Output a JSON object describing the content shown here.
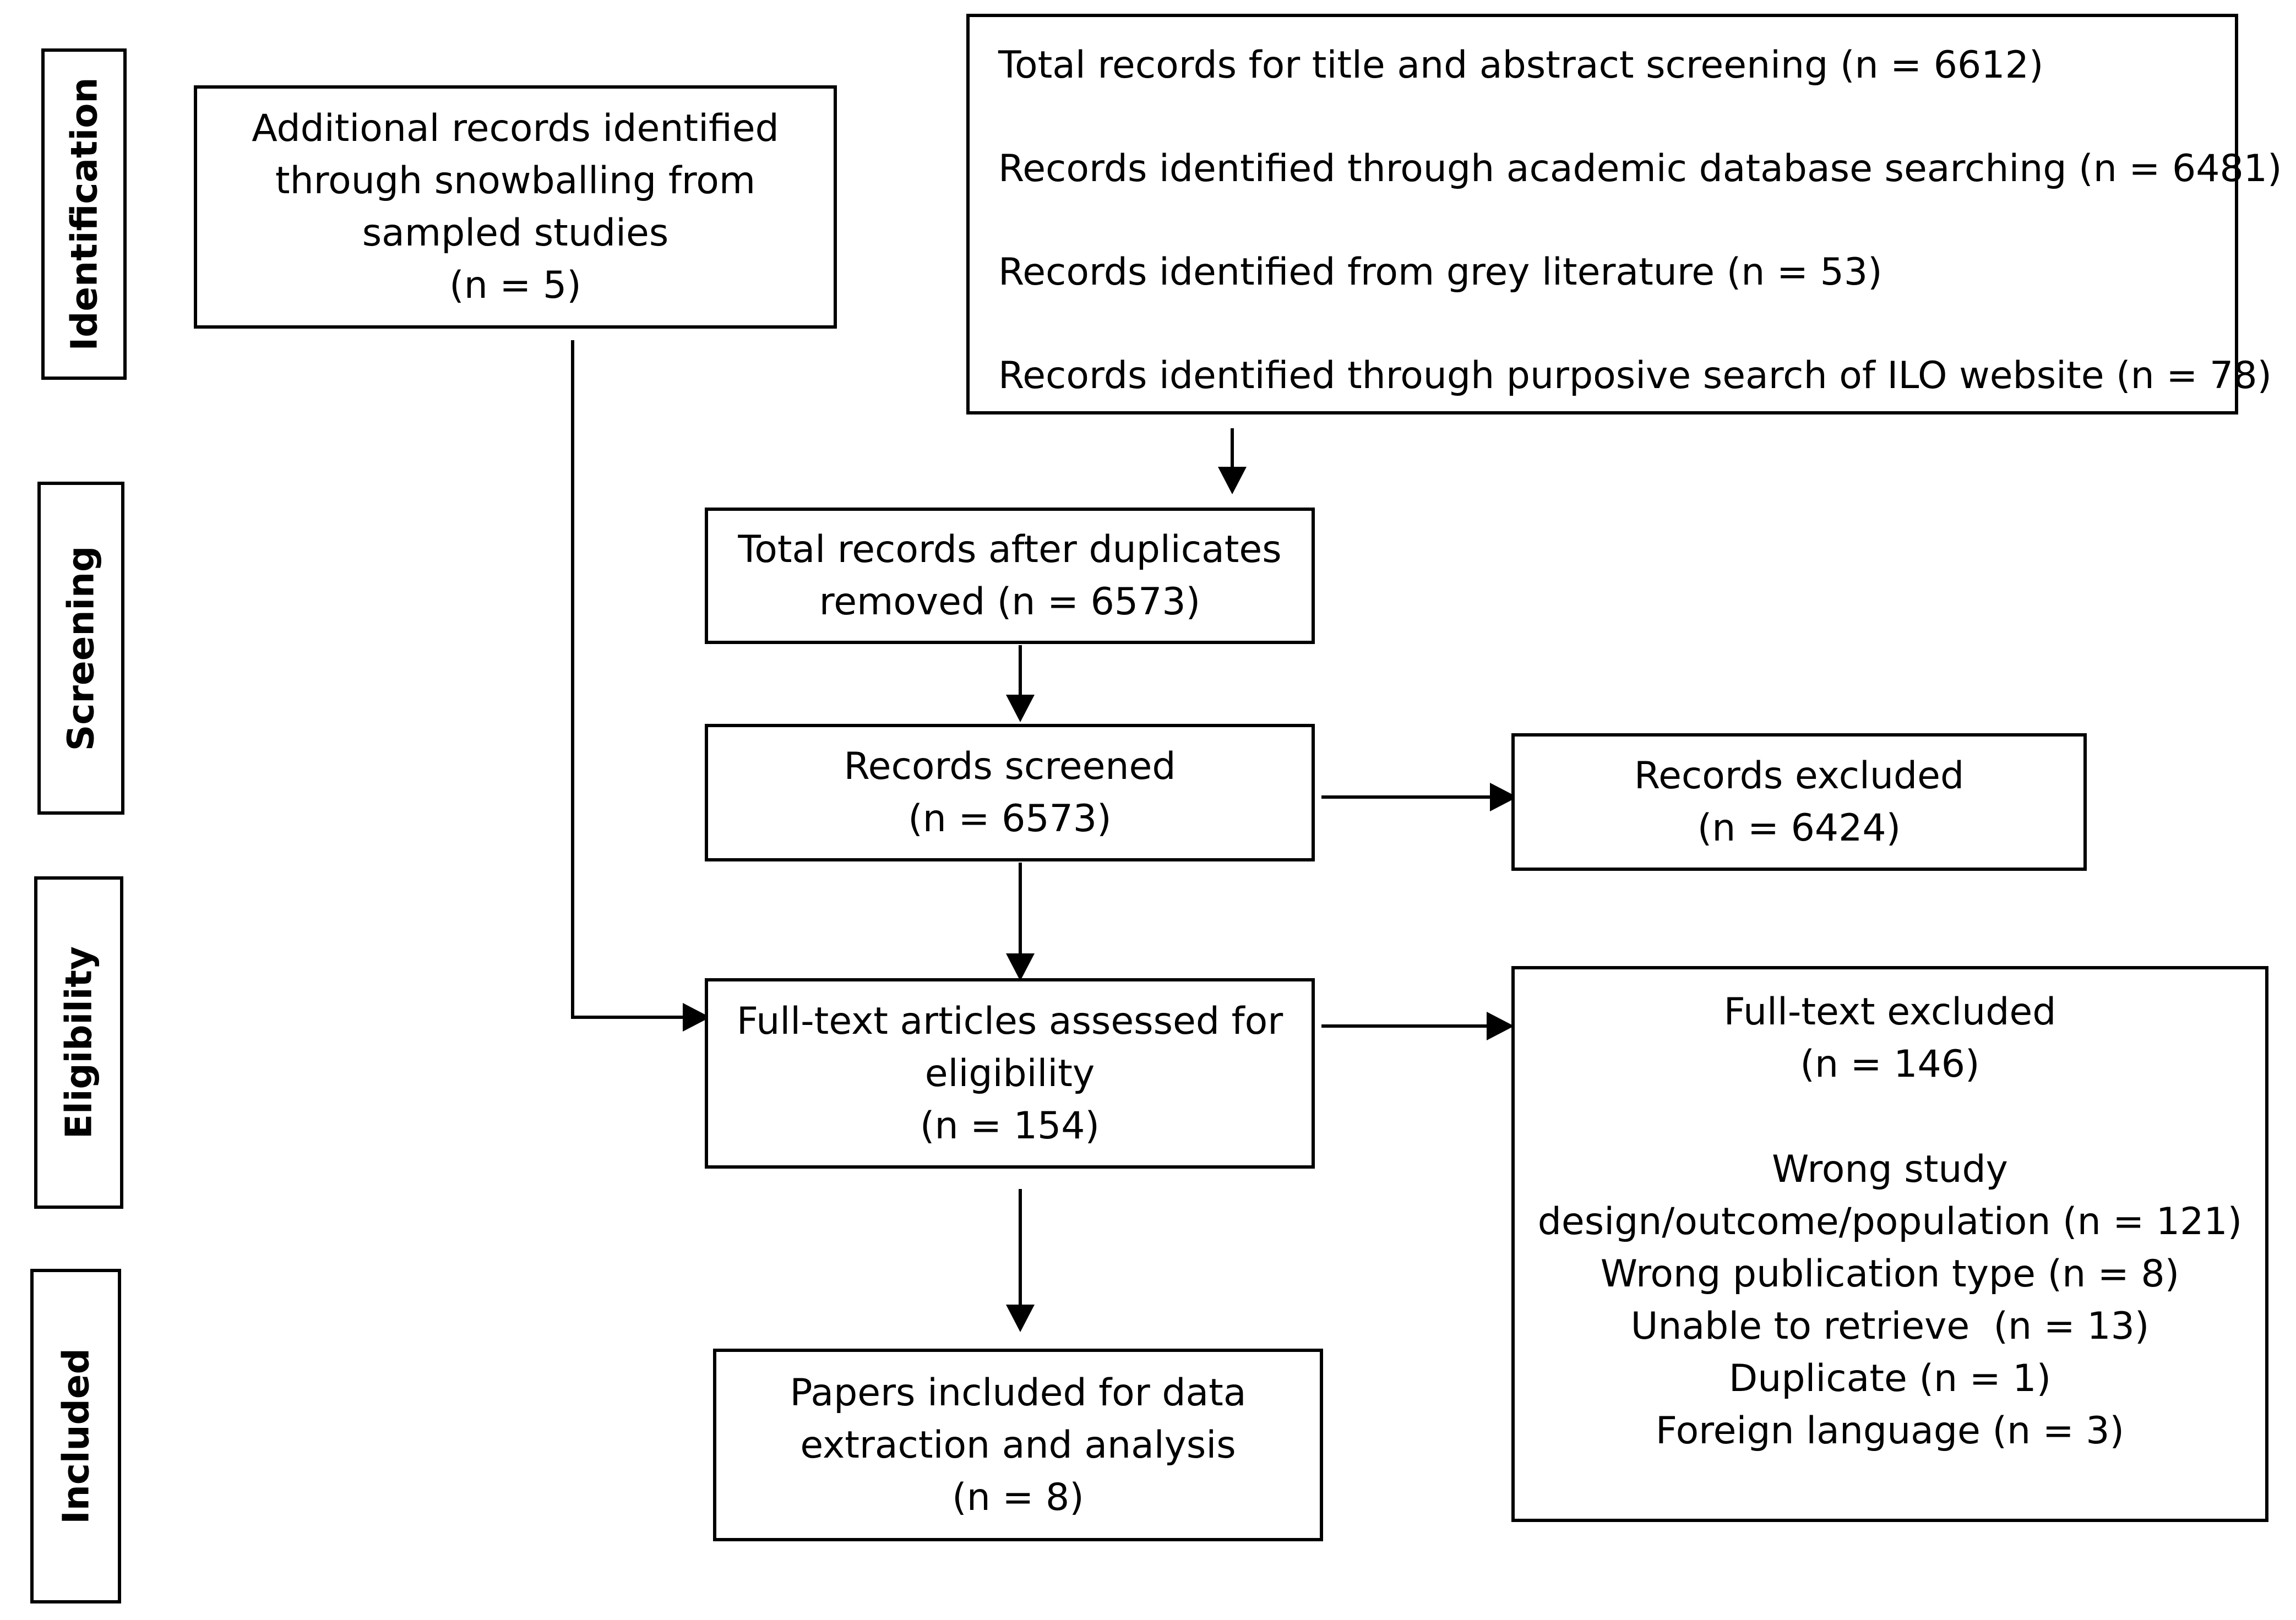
{
  "stages": [
    "Identification",
    "Screening",
    "Eligibility",
    "Included"
  ],
  "snowball": {
    "lines": [
      "Additional records identified",
      "through snowballing from",
      "sampled studies",
      "(n = 5)"
    ]
  },
  "sources": {
    "lines": [
      "Total records for title and abstract screening (n = 6612)",
      "Records identified through academic database searching (n = 6481)",
      "Records identified from grey literature (n = 53)",
      "Records identified through purposive search of ILO website (n = 78)"
    ]
  },
  "dedup": {
    "lines": [
      "Total records after duplicates",
      "removed (n = 6573)"
    ]
  },
  "screened": {
    "lines": [
      "Records screened",
      "(n = 6573)"
    ]
  },
  "excluded": {
    "lines": [
      "Records excluded",
      "(n = 6424)"
    ]
  },
  "fulltext": {
    "lines": [
      "Full-text articles assessed for",
      "eligibility",
      "(n = 154)"
    ]
  },
  "fulltext_excluded": {
    "header": [
      "Full-text excluded",
      "(n = 146)"
    ],
    "reasons": [
      "Wrong study",
      "design/outcome/population (n = 121)",
      "Wrong publication type (n = 8)",
      "Unable to retrieve  (n = 13)",
      "Duplicate (n = 1)",
      "Foreign language (n = 3)"
    ]
  },
  "included": {
    "lines": [
      "Papers included for data",
      "extraction and analysis",
      "(n = 8)"
    ]
  }
}
